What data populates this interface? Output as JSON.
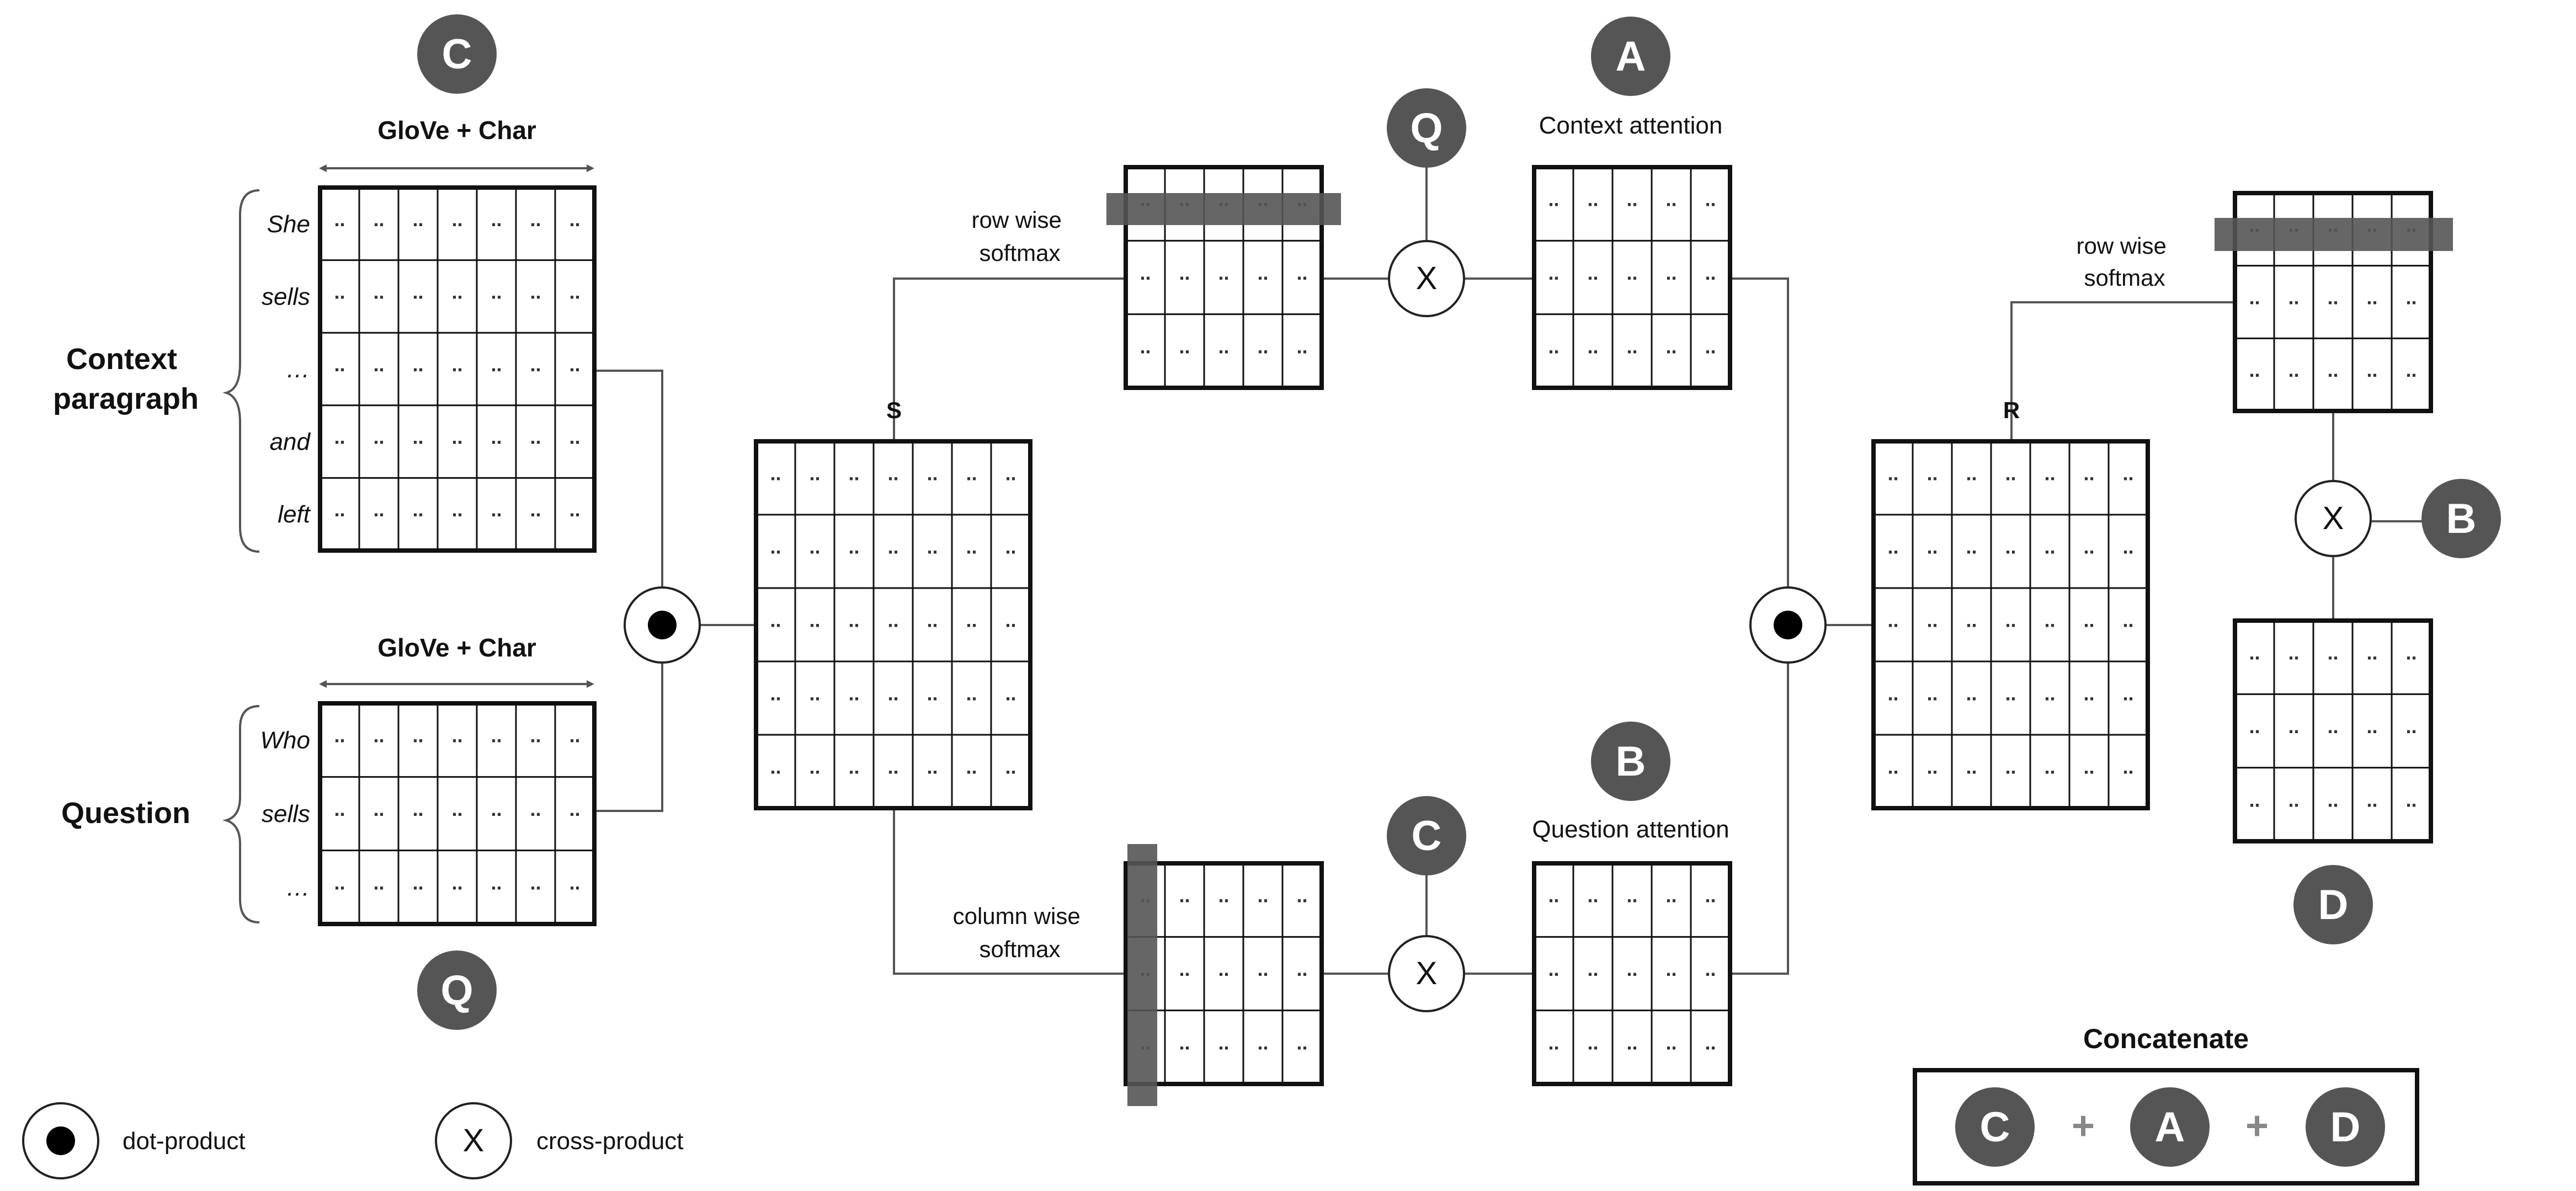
{
  "badges": {
    "c": "C",
    "a": "A",
    "q": "Q",
    "b": "B",
    "d": "D"
  },
  "labels": {
    "glove_char": "GloVe + Char",
    "context_paragraph": "Context paragraph",
    "question": "Question",
    "s_matrix": "S",
    "r_matrix": "R",
    "row_wise_softmax": "row wise softmax",
    "column_wise_softmax": "column wise softmax",
    "context_attention": "Context attention",
    "question_attention": "Question attention",
    "concatenate": "Concatenate",
    "cross_symbol": "X",
    "cell_dots": "..",
    "plus": "+"
  },
  "context_words": [
    "She",
    "sells",
    "…",
    "and",
    "left"
  ],
  "question_words": [
    "Who",
    "sells",
    "…"
  ],
  "legend": {
    "dot_product": "dot-product",
    "cross_product": "cross-product"
  },
  "concat_order": [
    "C",
    "A",
    "D"
  ],
  "colors": {
    "badge": "#555555",
    "highlight": "#555555",
    "line": "#444444",
    "border": "#111111"
  }
}
